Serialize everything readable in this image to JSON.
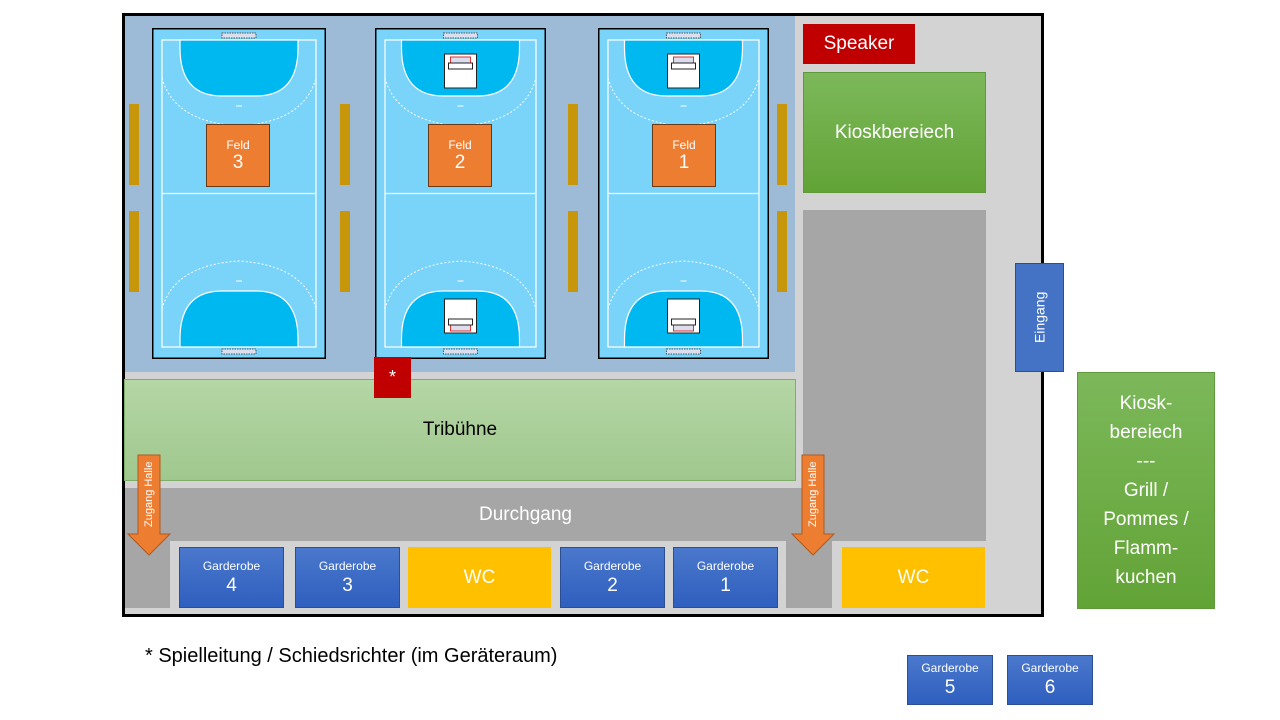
{
  "colors": {
    "court": "#7ad4fa",
    "goal_area": "#00b8f0",
    "hall_blue": "#9dbad7",
    "speaker": "#c00000",
    "feld": "#ed7d31",
    "garderobe": "#3a68c4",
    "wc": "#ffc000",
    "kiosk": "#6aab40",
    "walkway": "#a6a6a6"
  },
  "courts": [
    {
      "label": "Feld",
      "number": "3",
      "goal_boxes": false
    },
    {
      "label": "Feld",
      "number": "2",
      "goal_boxes": true
    },
    {
      "label": "Feld",
      "number": "1",
      "goal_boxes": true
    }
  ],
  "speaker": "Speaker",
  "kiosk_inside": "Kioskbereiech",
  "entrance": "Eingang",
  "referee_marker": "*",
  "tribune": "Tribühne",
  "walkway": "Durchgang",
  "hall_access": "Zugang Halle",
  "rooms": [
    {
      "label": "Garderobe",
      "number": "4"
    },
    {
      "label": "Garderobe",
      "number": "3"
    },
    {
      "label": "WC"
    },
    {
      "label": "Garderobe",
      "number": "2"
    },
    {
      "label": "Garderobe",
      "number": "1"
    },
    {
      "label": "WC"
    }
  ],
  "kiosk_outside": [
    "Kiosk-",
    "bereiech",
    "---",
    "Grill /",
    "Pommes /",
    "Flamm-",
    "kuchen"
  ],
  "outside_rooms": [
    {
      "label": "Garderobe",
      "number": "5"
    },
    {
      "label": "Garderobe",
      "number": "6"
    }
  ],
  "footnote": "* Spielleitung / Schiedsrichter (im Geräteraum)"
}
